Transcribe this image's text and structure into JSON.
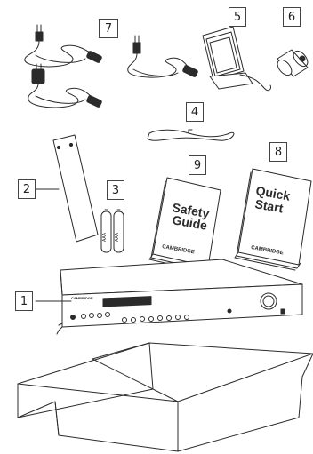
{
  "callouts": {
    "c1": "1",
    "c2": "2",
    "c3": "3",
    "c4": "4",
    "c5": "5",
    "c6": "6",
    "c7": "7",
    "c8": "8",
    "c9": "9"
  },
  "safety_guide": {
    "line1": "Safety",
    "line2": "Guide",
    "brand": "CAMBRIDGE"
  },
  "quick_start": {
    "line1": "Quick",
    "line2": "Start",
    "brand": "CAMBRIDGE"
  },
  "amplifier": {
    "brand": "CAMBRIDGE"
  },
  "batteries": {
    "label_a": "AAA",
    "label_b": "AAA"
  },
  "colors": {
    "line": "#2b2b2b",
    "fill": "#ffffff",
    "grey": "#d8d8d8",
    "dark": "#222222"
  }
}
